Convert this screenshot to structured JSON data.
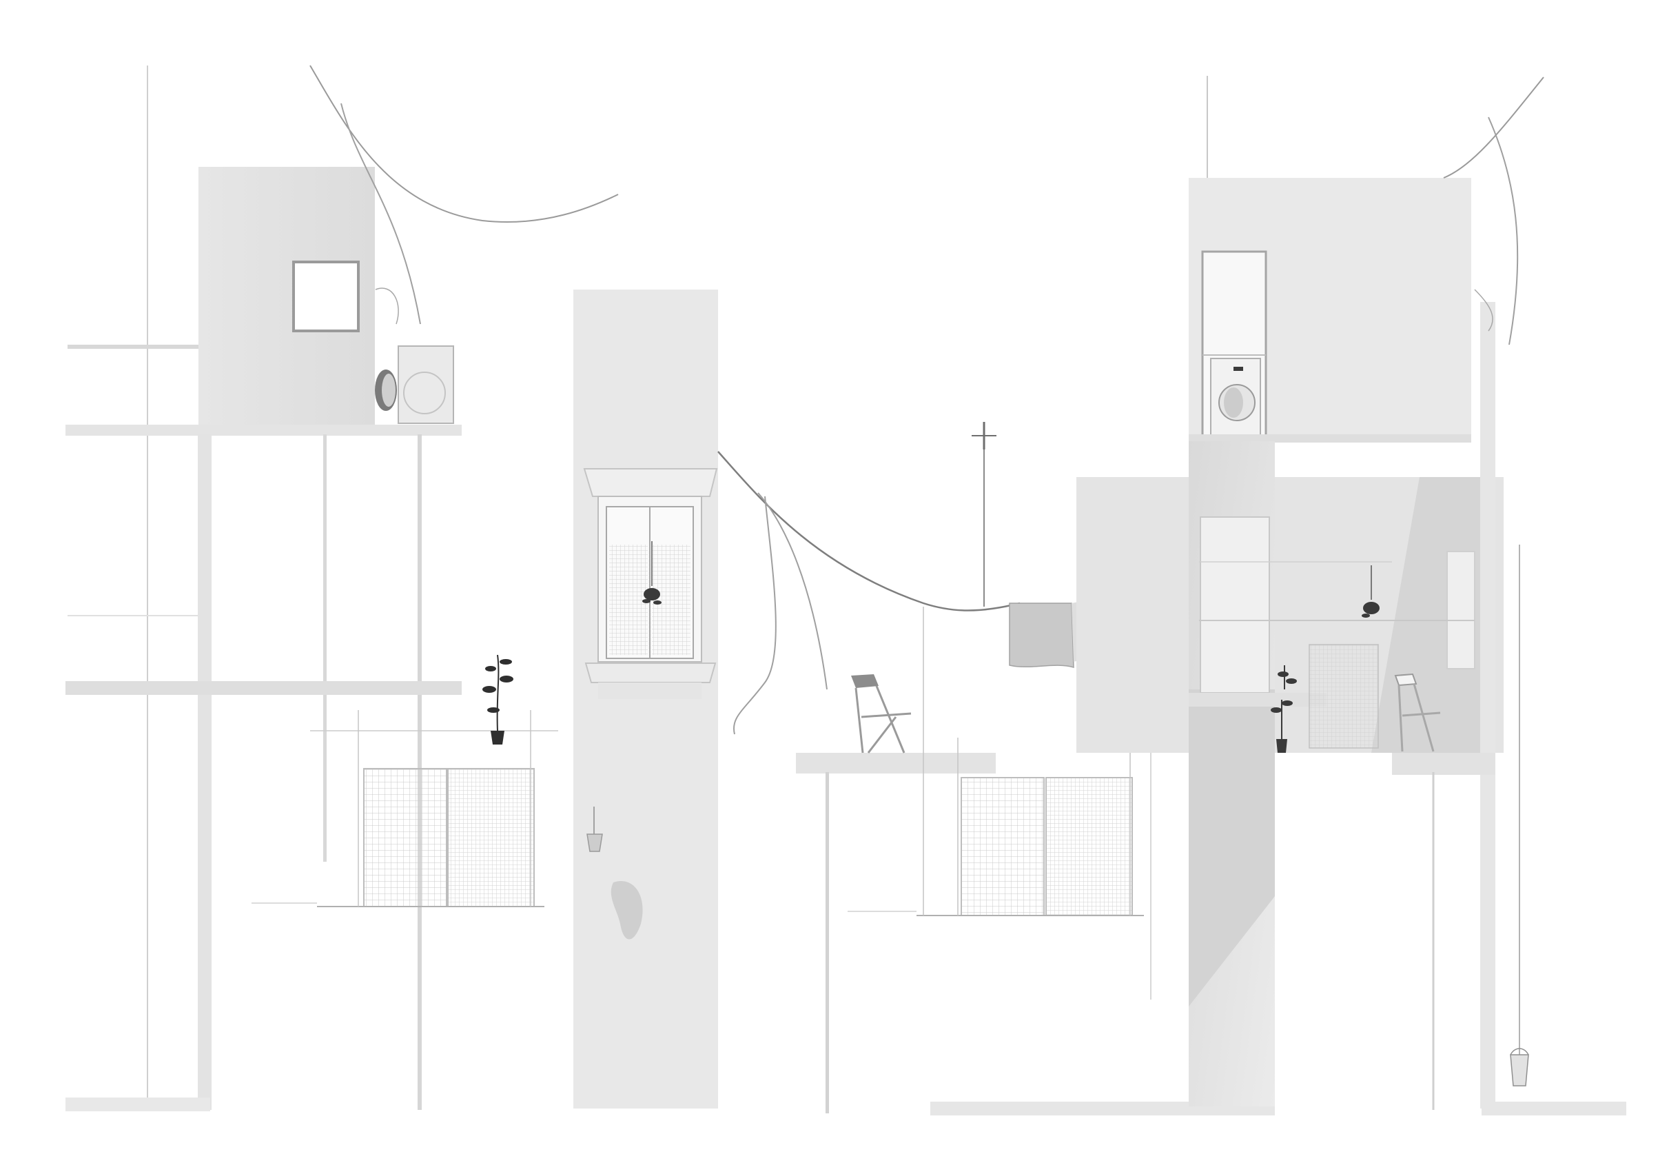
{
  "drawing": {
    "kind": "architectural-section-collage",
    "palette": {
      "background": "#ffffff",
      "wall_light": "#ececec",
      "wall_mid": "#e2e2e2",
      "wall_shadow": "#d4d4d4",
      "line": "#b9b9b9",
      "wire": "#8f8f8f",
      "dark": "#3a3a3a",
      "cloth": "#cfcfcf"
    },
    "objects": {
      "washing_machines": 2,
      "folding_chairs": 2,
      "potted_plants": 3,
      "hanging_plants": 2,
      "buckets": 2,
      "clothes_on_line": 1,
      "ornamented_windows": 1,
      "drying_racks": 2
    }
  }
}
